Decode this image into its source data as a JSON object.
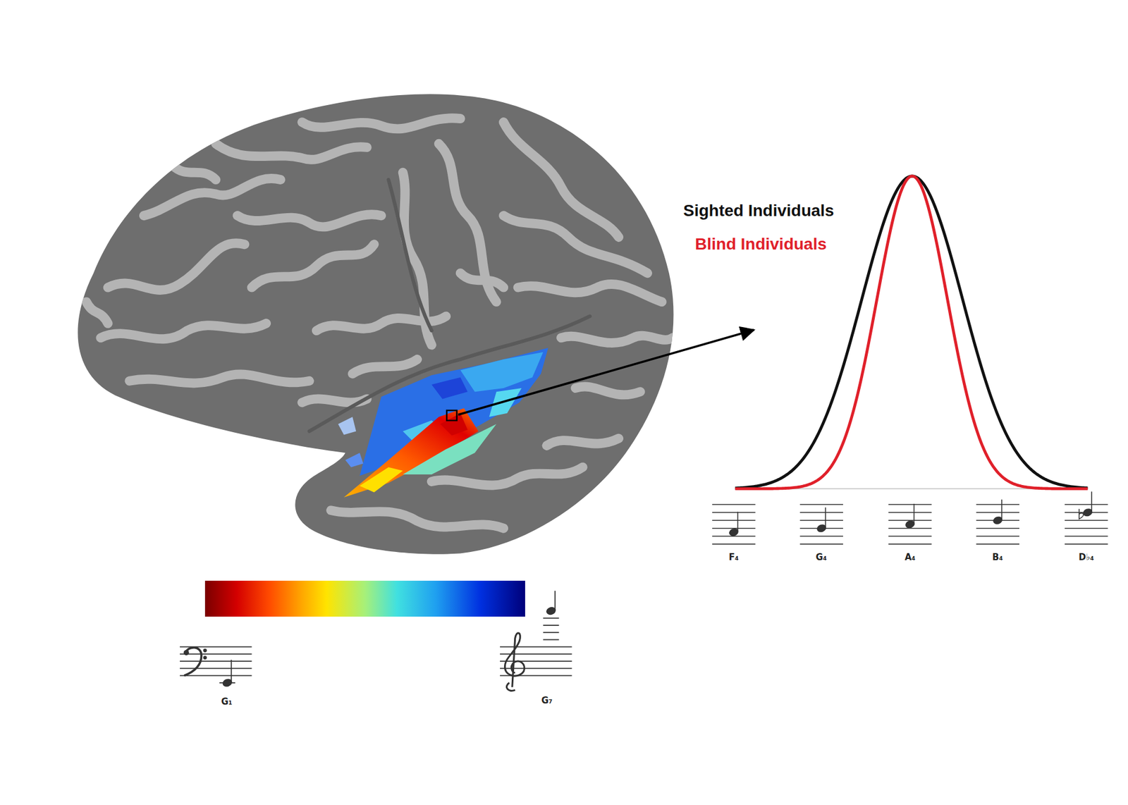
{
  "diagram": {
    "labels": [
      "G₁",
      "G₇",
      "F₄",
      "G₄",
      "A₄",
      "B₄",
      "D♭₄"
    ],
    "legend": [
      {
        "text": "Sighted Individuals"
      },
      {
        "text": "Blind Individuals"
      }
    ]
  }
}
